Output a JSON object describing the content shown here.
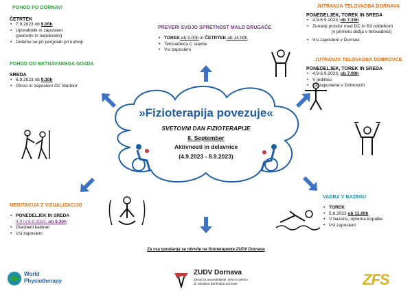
{
  "colors": {
    "green": "#2e9e3a",
    "purple": "#7a2e8e",
    "orange": "#e06e16",
    "teal": "#1b8fa8",
    "blue": "#1f5fa8",
    "arrow": "#3e72c4"
  },
  "center": {
    "title": "»Fizioterapija povezuje«",
    "subtitle": "SVETOVNI DAN FIZIOTERAPIJE",
    "date": "8. September",
    "activities": "Aktivnosti in delavnice",
    "range": "(4.9.2023 - 8.9.2023)"
  },
  "pohod_dornavi": {
    "title": "POHOD PO DORNAVI",
    "day": "ČETRTEK",
    "line1_pre": "7.9.2023 ob ",
    "line1_time": "9.00h",
    "line2": "Uporabniki in zaposleni",
    "line2b": "(pokretni in nepokretni)",
    "line3": "Dobimo se pri pergolah pri kuhinji"
  },
  "pohod_betnava": {
    "title": "POHOD DO BETNAVSKEGA GOZDA",
    "day": "SREDA",
    "line1_pre": "6.9.2023 ob ",
    "line1_time": "9.30h",
    "line2": "Otroci in zaposleni DC Maribor"
  },
  "spretnost": {
    "title": "PREVERI SVOJO SPRETNOST MALO DRUGAČE",
    "d1": "TOREK",
    "t1": " ob 9.00h",
    "mid": " in ",
    "d2": "ČETRTEK",
    "t2": " ob 14.00h",
    "line2": "Telovadnica C stavbe",
    "line3": "Vsi zaposleni"
  },
  "telovadba_dornava": {
    "title": "JUTRANJA TELOVADBA DORNAVA",
    "day": "PONEDELJEK, TOREK IN SREDA",
    "line1_pre": "4.9-6.9.2023, ",
    "line1_time": "ob 7.15h",
    "line2": "Zunanji prostor med DC in B3 oddelkom",
    "line2b": "(v primeru dežja v telovadnici)",
    "line3": "Vsi zaposleni v Dornavi"
  },
  "telovadba_dobrovce": {
    "title": "JUTRANJA TELOVADBA DOBROVCE",
    "day": "PONEDELJEK, TOREK IN SREDA",
    "line1_pre": "4.9-6.9.2023, ",
    "line1_time": "ob 7.00h",
    "line2": "V jedilnici",
    "line3": "Za zaposlene v Dobrovcih"
  },
  "meditacija": {
    "title": "MEDITACIJA Z VIZUALIZACIJO",
    "day": "PONEDELJEK IN SREDA",
    "line1": "4.9 in 6.9.2023, ",
    "line1_time": "ob 9.30h",
    "line2": "Glasbeni kabinet",
    "line3": "Vsi zaposleni"
  },
  "bazen": {
    "title": "VADBA V BAZENU",
    "day": "TOREK",
    "line1_pre": "5.8.2023 ",
    "line1_time": "ob 11.00h",
    "line2": "V bazenu, oprema kopalke",
    "line3": "Vsi zaposleni"
  },
  "footer": {
    "note": "Za vsa vprašanja se obrnite na fizioterapevte ZUDV Dornava",
    "wp1": "World",
    "wp2": "Physiotherapy",
    "zudv": "ZUDV Dornava",
    "zudv_sub1": "Zavod za usposabljanje, delo in varstvo",
    "zudv_sub2": "dr. Marijana Borštnarja Dornava",
    "zfs": "ZFS"
  }
}
